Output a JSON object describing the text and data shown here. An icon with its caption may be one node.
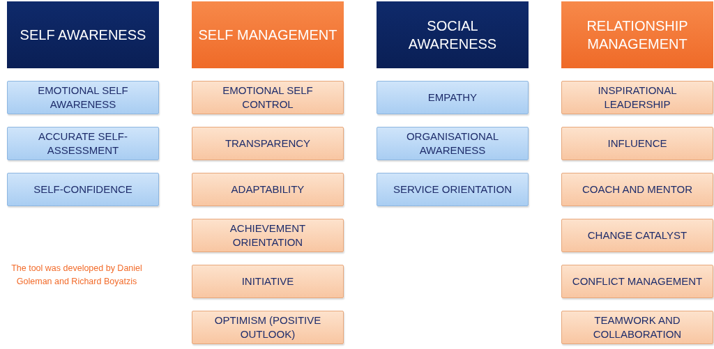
{
  "diagram": {
    "nodes": [
      {
        "text": [
          "SELF AWARENESS"
        ]
      },
      {
        "text": [
          "EMOTIONAL SELF AWARENESS"
        ]
      },
      {
        "text": [
          "ACCURATE SELF-ASSESSMENT"
        ]
      },
      {
        "text": [
          "SELF-CONFIDENCE"
        ]
      },
      {
        "text": [
          "SELF MANAGEMENT"
        ]
      },
      {
        "text": [
          "EMOTIONAL SELF CONTROL"
        ]
      },
      {
        "text": [
          "TRANSPARENCY"
        ]
      },
      {
        "text": [
          "ADAPTABILITY"
        ]
      },
      {
        "text": [
          "ACHIEVEMENT ORIENTATION"
        ]
      },
      {
        "text": [
          "INITIATIVE"
        ]
      },
      {
        "text": [
          "OPTIMISM (POSITIVE OUTLOOK)"
        ]
      },
      {
        "text": [
          "SOCIAL AWARENESS"
        ]
      },
      {
        "text": [
          "EMPATHY"
        ]
      },
      {
        "text": [
          "ORGANISATIONAL AWARENESS"
        ]
      },
      {
        "text": [
          "SERVICE ORIENTATION"
        ]
      },
      {
        "text": [
          "RELATIONSHIP MANAGEMENT"
        ]
      },
      {
        "text": [
          "INSPIRATIONAL LEADERSHIP"
        ]
      },
      {
        "text": [
          "INFLUENCE"
        ]
      },
      {
        "text": [
          "COACH AND MENTOR"
        ]
      },
      {
        "text": [
          "CHANGE CATALYST"
        ]
      },
      {
        "text": [
          "CONFLICT MANAGEMENT"
        ]
      },
      {
        "text": [
          "TEAMWORK AND COLLABORATION"
        ]
      }
    ],
    "labels": [
      "The tool was developed by Daniel Goleman and Richard Boyatzis"
    ]
  }
}
